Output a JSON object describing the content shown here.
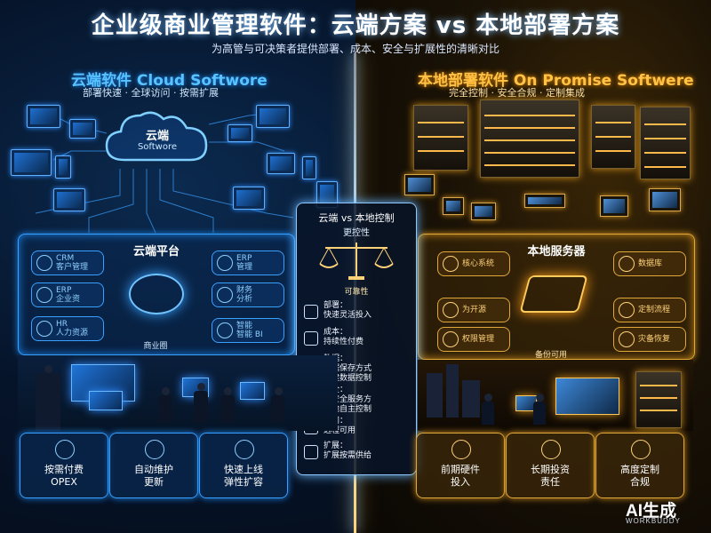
{
  "title": "企业级商业管理软件：云端方案 vs 本地部署方案",
  "subtitle": "为高管与可决策者提供部署、成本、安全与扩展性的清晰对比",
  "cloud": {
    "header": "云端软件 Cloud Softwore",
    "tagline": "部署快速 · 全球访问 · 按需扩展",
    "cloud_label": "云端",
    "cloud_sub": "Softwore",
    "platform_title": "云端平台",
    "modules": [
      {
        "label": "CRM\n客户管理",
        "icon": "crm-icon"
      },
      {
        "label": "ERP\n管理",
        "icon": "erp-icon"
      },
      {
        "label": "ERP\n企业资",
        "icon": "erp-resource-icon"
      },
      {
        "label": "财务\n分析",
        "icon": "finance-icon"
      },
      {
        "label": "HR\n人力资源",
        "icon": "hr-icon"
      },
      {
        "label": "智能\n智能 BI",
        "icon": "bi-icon"
      }
    ],
    "hub_label": "商业圈",
    "benefits": [
      {
        "label": "按需付费\nOPEX",
        "icon": "pay-icon"
      },
      {
        "label": "自动维护\n更新",
        "icon": "update-icon"
      },
      {
        "label": "快速上线\n弹性扩容",
        "icon": "scale-icon"
      }
    ]
  },
  "onprem": {
    "header": "本地部署软件 On Promise Softwere",
    "tagline": "完全控制 · 安全合规 · 定制集成",
    "panel_title": "本地服务器",
    "modules": [
      {
        "label": "核心系统",
        "icon": "core-icon"
      },
      {
        "label": "数据库",
        "icon": "database-icon"
      },
      {
        "label": "为开源",
        "icon": "source-icon"
      },
      {
        "label": "定制流程",
        "icon": "custom-icon"
      },
      {
        "label": "权限管理",
        "icon": "permission-icon"
      },
      {
        "label": "灾备恢复",
        "icon": "backup-icon"
      }
    ],
    "hub_label": "备份可用",
    "benefits": [
      {
        "label": "前期硬件\n投入",
        "icon": "hardware-icon"
      },
      {
        "label": "长期投资\n责任",
        "icon": "investment-icon"
      },
      {
        "label": "高度定制\n合规",
        "icon": "custom-compliance-icon"
      }
    ]
  },
  "compare": {
    "title": "云端 vs 本地控制",
    "subtitle": "更控性",
    "scale_label": "可靠性",
    "rows": [
      {
        "label": "部署：\n快速灵活投入",
        "icon": "deploy-icon"
      },
      {
        "label": "成本：\n持续性付费",
        "icon": "cost-icon"
      },
      {
        "label": "数据：\n数据保存方式\n自建数据控制",
        "icon": "data-icon"
      },
      {
        "label": "安全：\n云安全服务方\n本地自主控制",
        "icon": "security-icon"
      },
      {
        "label": "访问：\n远程可用",
        "icon": "access-icon"
      },
      {
        "label": "扩展：\n扩展按需供给",
        "icon": "extend-icon"
      }
    ]
  },
  "watermark": {
    "main": "AI生成",
    "sub": "WORKBUDDY"
  },
  "colors": {
    "cloud_accent": "#3aa0ff",
    "onprem_accent": "#e0a83a"
  }
}
